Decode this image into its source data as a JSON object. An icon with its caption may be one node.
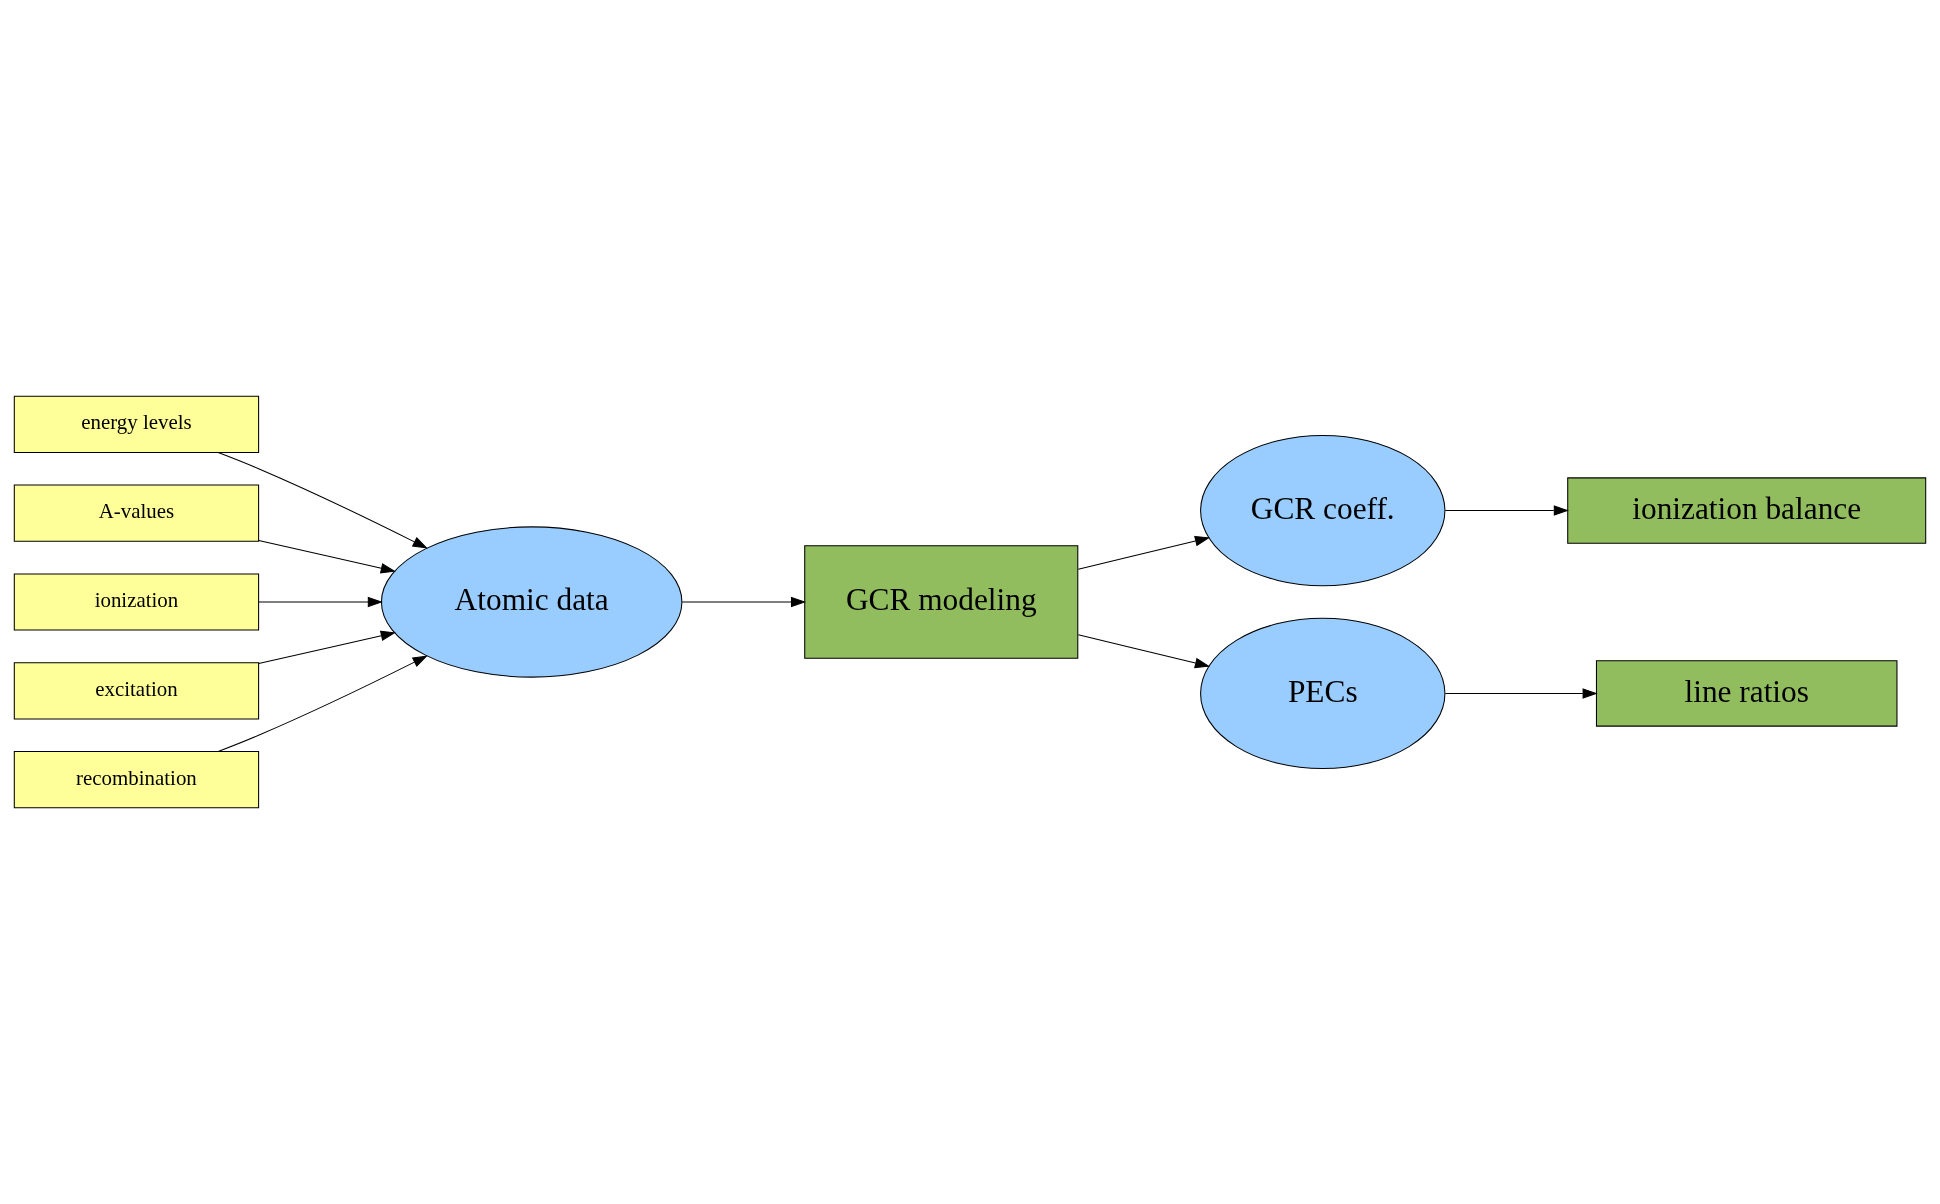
{
  "diagram": {
    "nodes": [
      {
        "text": [
          "energy levels"
        ]
      },
      {
        "text": [
          "A-values"
        ]
      },
      {
        "text": [
          "ionization"
        ]
      },
      {
        "text": [
          "excitation"
        ]
      },
      {
        "text": [
          "recombination"
        ]
      },
      {
        "text": [
          "Atomic data"
        ]
      },
      {
        "text": [
          "GCR modeling"
        ]
      },
      {
        "text": [
          "GCR coeff."
        ]
      },
      {
        "text": [
          "PECs"
        ]
      },
      {
        "text": [
          "ionization balance"
        ]
      },
      {
        "text": [
          "line ratios"
        ]
      }
    ],
    "edges": [
      {
        "from": 0,
        "to": 5,
        "arrow": "to"
      },
      {
        "from": 1,
        "to": 5,
        "arrow": "to"
      },
      {
        "from": 2,
        "to": 5,
        "arrow": "to"
      },
      {
        "from": 3,
        "to": 5,
        "arrow": "to"
      },
      {
        "from": 4,
        "to": 5,
        "arrow": "to"
      },
      {
        "from": 5,
        "to": 6,
        "arrow": "to"
      },
      {
        "from": 6,
        "to": 7,
        "arrow": "to"
      },
      {
        "from": 6,
        "to": 8,
        "arrow": "to"
      },
      {
        "from": 7,
        "to": 9,
        "arrow": "to"
      },
      {
        "from": 8,
        "to": 10,
        "arrow": "to"
      }
    ]
  }
}
